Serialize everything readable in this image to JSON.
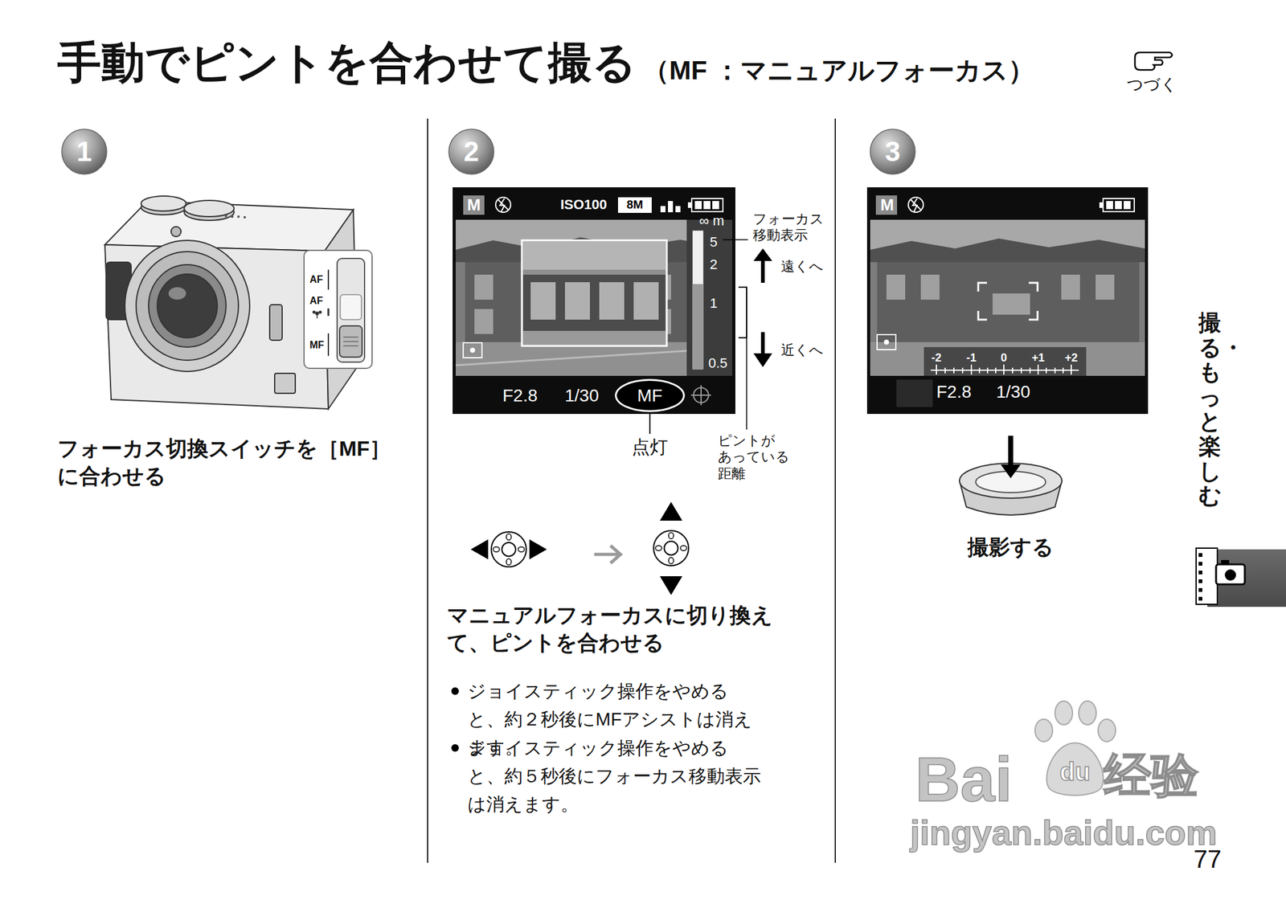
{
  "diagram": {
    "title": "手動でピントを合わせて撮る",
    "nodes": [
      {
        "text": [
          "AF",
          "AF",
          "MF"
        ]
      },
      {
        "text": [
          "MF"
        ]
      }
    ],
    "labels": [
      "（MF ：マニュアルフォーカス）",
      "つづく",
      "1",
      "2",
      "3",
      "フォーカス切換スイッチを［MF］に合わせる",
      "M",
      "ISO100",
      "8M",
      "∞ m",
      "5",
      "2",
      "1",
      "0.5",
      "F2.8",
      "1/30",
      "フォーカス 移動表示",
      "遠くへ",
      "近くへ",
      "点灯",
      "ピントが あっている 距離",
      "マニュアルフォーカスに切り換えて、ピントを合わせる",
      "ジョイスティック操作をやめると、約２秒後にMFアシストは消えます。",
      "ジョイスティック操作をやめると、約５秒後にフォーカス移動表示は消えます。",
      "M",
      "-2",
      "-1",
      "0",
      "+1",
      "+2",
      "F2.8",
      "1/30",
      "撮影する",
      "撮る・もっと楽しむ",
      "Bai",
      "du",
      "经验",
      "jingyan.baidu.com",
      "77"
    ]
  }
}
